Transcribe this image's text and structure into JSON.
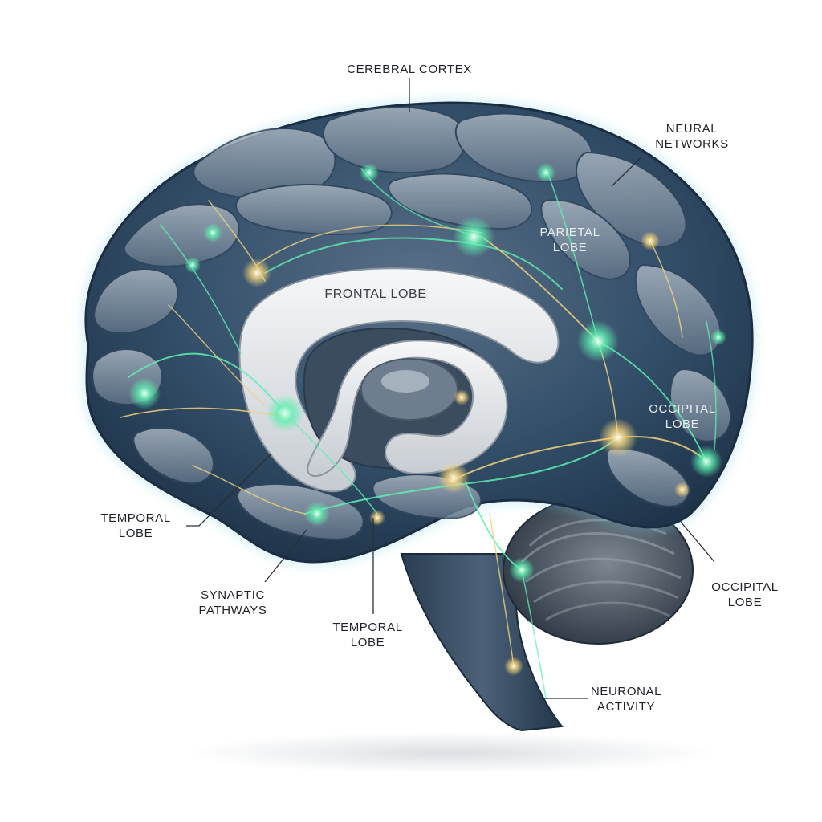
{
  "labels": {
    "cerebral_cortex": "CEREBRAL CORTEX",
    "neural_networks_1": "NEURAL",
    "neural_networks_2": "NETWORKS",
    "parietal_1": "PARIETAL",
    "parietal_2": "LOBE",
    "frontal": "FRONTAL LOBE",
    "occipital_inner_1": "OCCIPITAL",
    "occipital_inner_2": "LOBE",
    "temporal_left_1": "TEMPORAL",
    "temporal_left_2": "LOBE",
    "synaptic_1": "SYNAPTIC",
    "synaptic_2": "PATHWAYS",
    "temporal_bottom_1": "TEMPORAL",
    "temporal_bottom_2": "LOBE",
    "occipital_outer_1": "OCCIPITAL",
    "occipital_outer_2": "LOBE",
    "neuronal_1": "NEURONAL",
    "neuronal_2": "ACTIVITY"
  },
  "colors": {
    "brain_dark": "#22384f",
    "brain_mid": "#3d5670",
    "brain_light": "#8a9bac",
    "outline_glow": "#7fd3e6",
    "inner_white": "#e6e9ec",
    "neural_green": "#5ef0b0",
    "neural_gold": "#f2d27a",
    "leader_line": "#2b2f35"
  }
}
